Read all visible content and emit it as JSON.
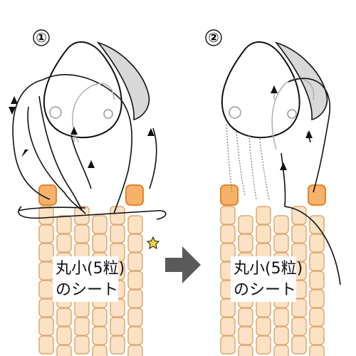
{
  "diagram": {
    "step1": {
      "number": "①",
      "sheet_label_line1": "丸小(5粒)",
      "sheet_label_line2": "のシート"
    },
    "step2": {
      "number": "②",
      "sheet_label_line1": "丸小(5粒)",
      "sheet_label_line2": "のシート"
    }
  },
  "colors": {
    "bead_fill": "#fbe2c4",
    "bead_stroke": "#e0a872",
    "highlight_fill": "#f6b26b",
    "highlight_stroke": "#e8832a",
    "arrow": "#5a5a5a",
    "star": "#f2d63c",
    "line": "#111111"
  },
  "icons": {
    "arrow": "right-arrow-icon",
    "star": "star-icon"
  }
}
